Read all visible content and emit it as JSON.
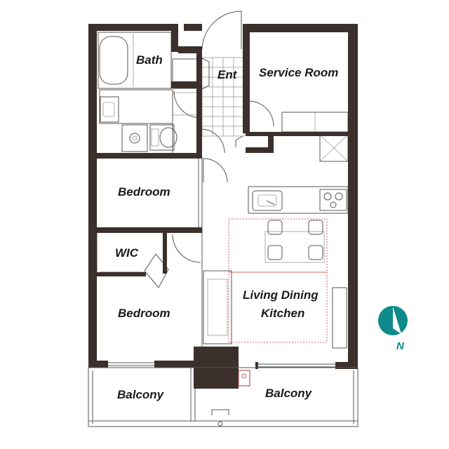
{
  "rooms": {
    "bath": "Bath",
    "ent": "Ent",
    "service_room": "Service Room",
    "bedroom_upper": "Bedroom",
    "wic": "WIC",
    "bedroom_lower": "Bedroom",
    "ldk_line1": "Living Dining",
    "ldk_line2": "Kitchen",
    "balcony_left": "Balcony",
    "balcony_right": "Balcony"
  },
  "compass": {
    "label": "N",
    "icon": "north-compass-icon",
    "color": "#0e8a8a"
  },
  "colors": {
    "wall": "#3b302c",
    "dining_outline": "#cc3333"
  }
}
